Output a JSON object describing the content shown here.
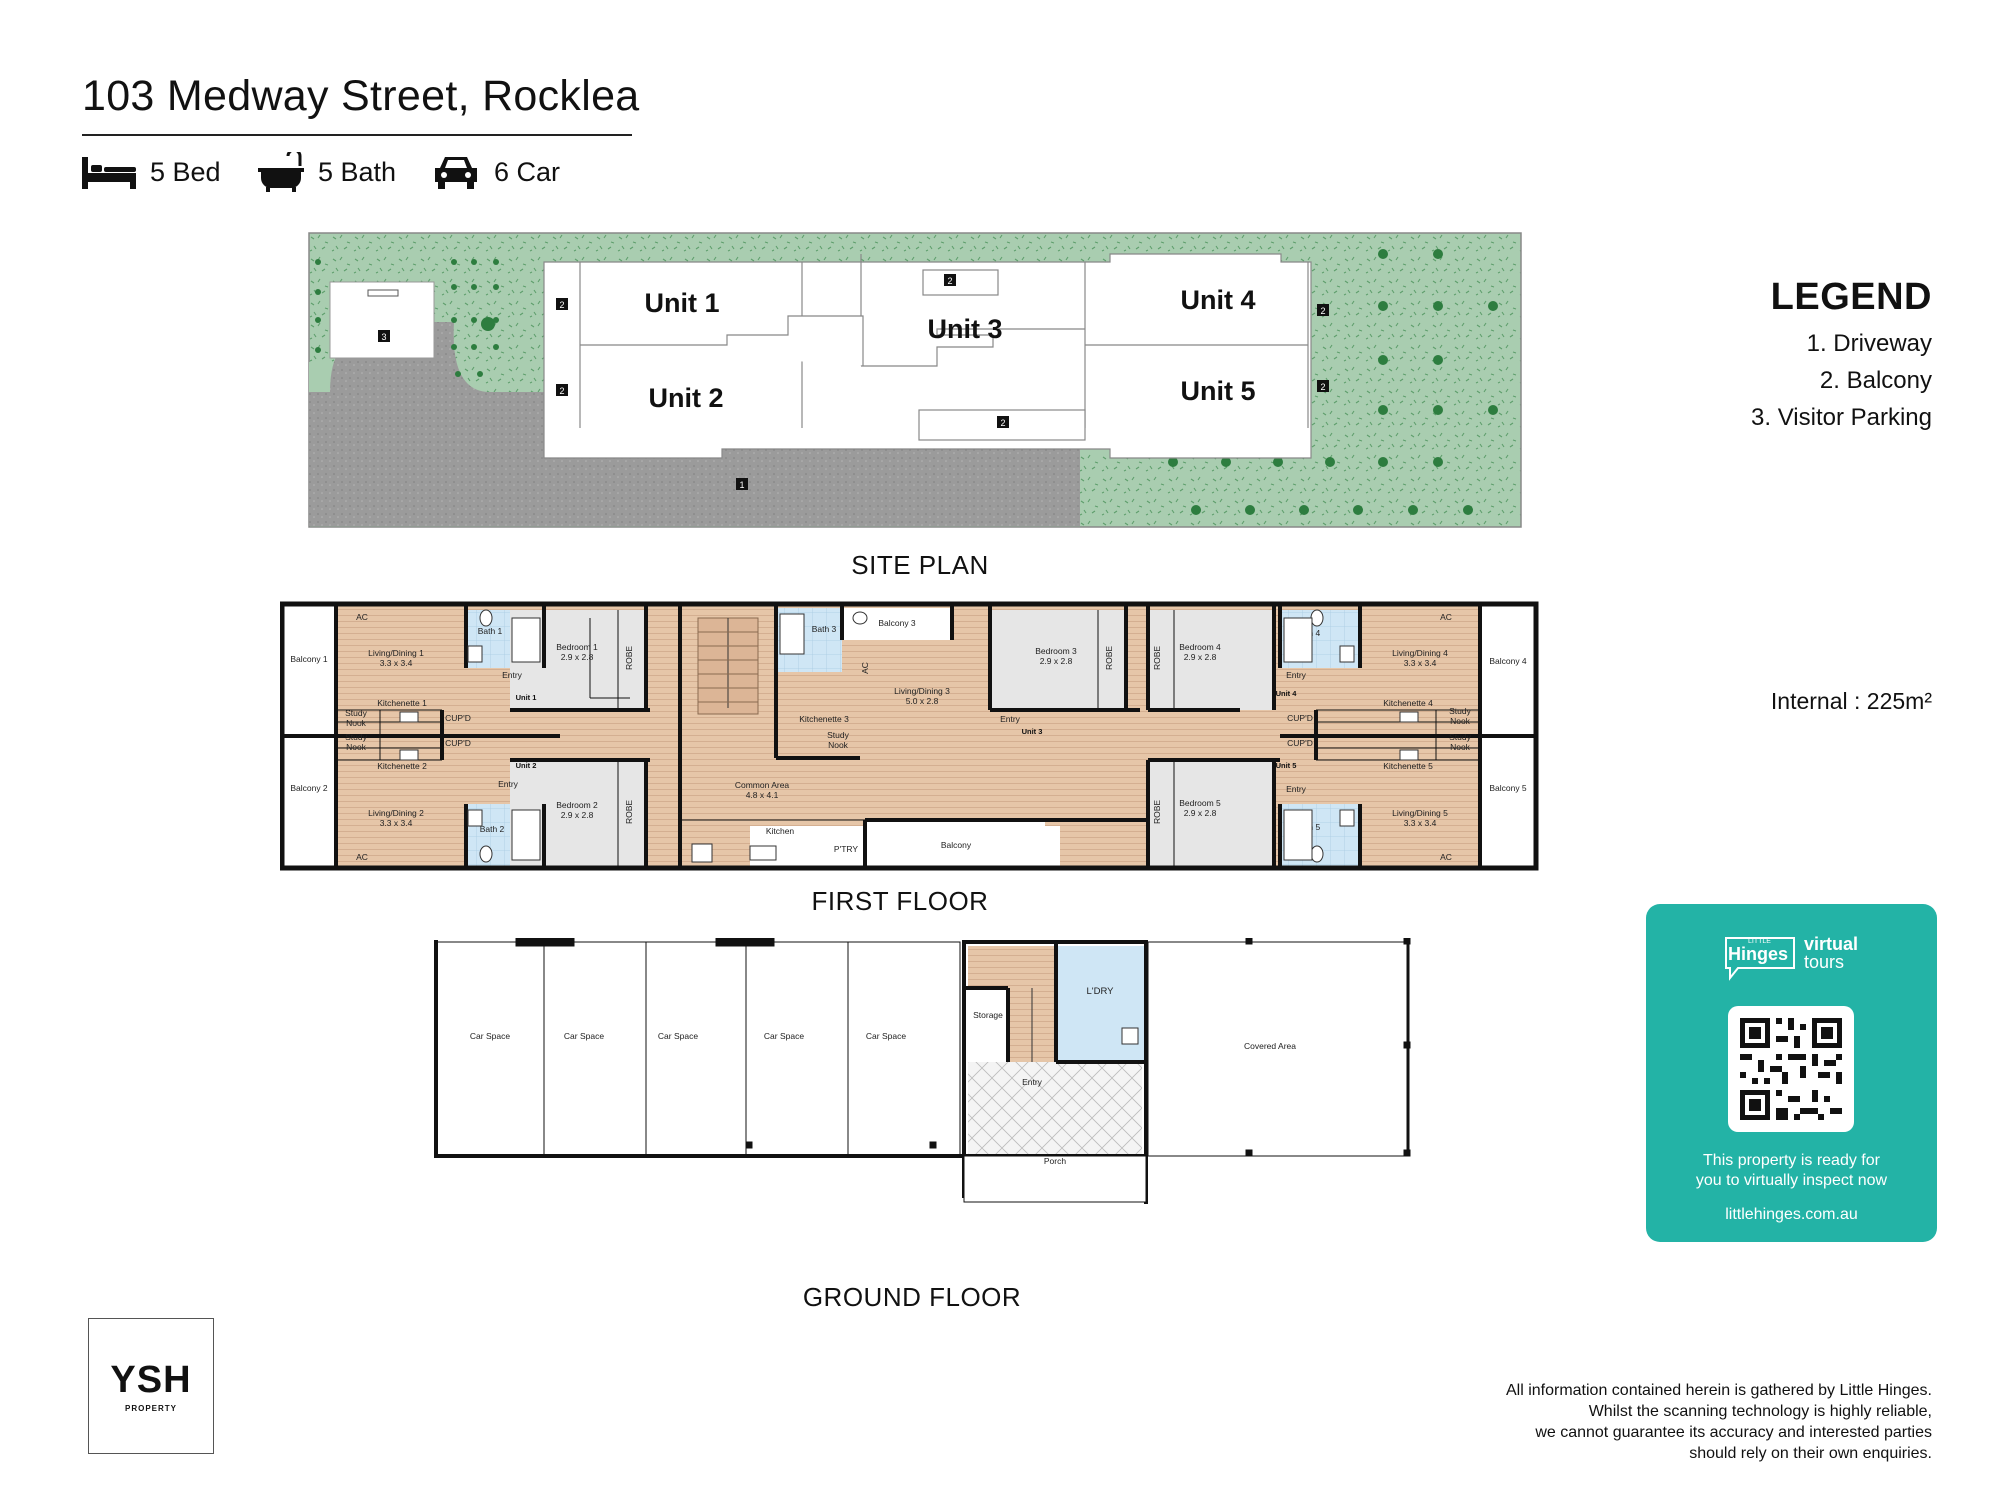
{
  "header": {
    "address": "103 Medway Street, Rocklea",
    "features": [
      {
        "icon": "bed-icon",
        "label": "5 Bed"
      },
      {
        "icon": "bath-icon",
        "label": "5 Bath"
      },
      {
        "icon": "car-icon",
        "label": "6 Car"
      }
    ]
  },
  "legend": {
    "title": "LEGEND",
    "items": [
      "1. Driveway",
      "2. Balcony",
      "3. Visitor Parking"
    ],
    "internal": "Internal  : 225m²"
  },
  "site_plan": {
    "label": "SITE PLAN",
    "units": [
      "Unit 1",
      "Unit 2",
      "Unit 3",
      "Unit 4",
      "Unit 5"
    ],
    "markers": [
      "1",
      "2",
      "3"
    ]
  },
  "first_floor": {
    "label": "FIRST FLOOR",
    "rooms": {
      "balcony1": "Balcony 1",
      "balcony2": "Balcony 2",
      "balcony3": "Balcony 3",
      "balcony4": "Balcony 4",
      "balcony5": "Balcony 5",
      "balcony": "Balcony",
      "ac": "AC",
      "ld1": "Living/Dining 1",
      "ld1_dim": "3.3 x 3.4",
      "ld2": "Living/Dining 2",
      "ld2_dim": "3.3 x 3.4",
      "ld3": "Living/Dining 3",
      "ld3_dim": "5.0 x 2.8",
      "ld4": "Living/Dining 4",
      "ld4_dim": "3.3 x 3.4",
      "ld5": "Living/Dining 5",
      "ld5_dim": "3.3 x 3.4",
      "bath1": "Bath 1",
      "bath2": "Bath 2",
      "bath3": "Bath 3",
      "bath4": "Bath 4",
      "bath5": "Bath 5",
      "bed1": "Bedroom 1",
      "bed1_dim": "2.9 x 2.8",
      "bed2": "Bedroom 2",
      "bed2_dim": "2.9 x 2.8",
      "bed3": "Bedroom 3",
      "bed3_dim": "2.9 x 2.8",
      "bed4": "Bedroom 4",
      "bed4_dim": "2.9 x 2.8",
      "bed5": "Bedroom 5",
      "bed5_dim": "2.9 x 2.8",
      "robe": "ROBE",
      "kit1": "Kitchenette 1",
      "kit2": "Kitchenette 2",
      "kit3": "Kitchenette 3",
      "kit4": "Kitchenette 4",
      "kit5": "Kitchenette 5",
      "study": "Study",
      "nook": "Nook",
      "cupd": "CUP'D",
      "entry": "Entry",
      "unit1": "Unit 1",
      "unit2": "Unit 2",
      "unit3": "Unit 3",
      "unit4": "Unit 4",
      "unit5": "Unit 5",
      "common": "Common Area",
      "common_dim": "4.8 x 4.1",
      "kitchen": "Kitchen",
      "ptry": "P'TRY"
    }
  },
  "ground_floor": {
    "label": "GROUND FLOOR",
    "rooms": {
      "car": "Car Space",
      "storage": "Storage",
      "ldry": "L'DRY",
      "entry": "Entry",
      "porch": "Porch",
      "covered": "Covered Area"
    }
  },
  "virtual_tour": {
    "brand_small": "LITTLE",
    "brand": "Hinges",
    "virtual": "virtual",
    "tours": "tours",
    "line1": "This property is ready for",
    "line2": "you to virtually inspect now",
    "url": "littlehinges.com.au"
  },
  "disclaimer": [
    "All information contained herein is gathered by Little Hinges.",
    "Whilst the scanning technology is highly reliable,",
    "we cannot guarantee its accuracy and interested parties",
    "should rely on their own enquiries."
  ],
  "agency": {
    "name": "YSH",
    "sub": "PROPERTY"
  },
  "colors": {
    "lawn": "#a9cdb0",
    "driveway": "#9a9a9a",
    "wood": "#e6c6a8",
    "carpet": "#e6e6e6",
    "tile": "#cfe6f5",
    "teal": "#23b3a6",
    "wall": "#111111"
  }
}
